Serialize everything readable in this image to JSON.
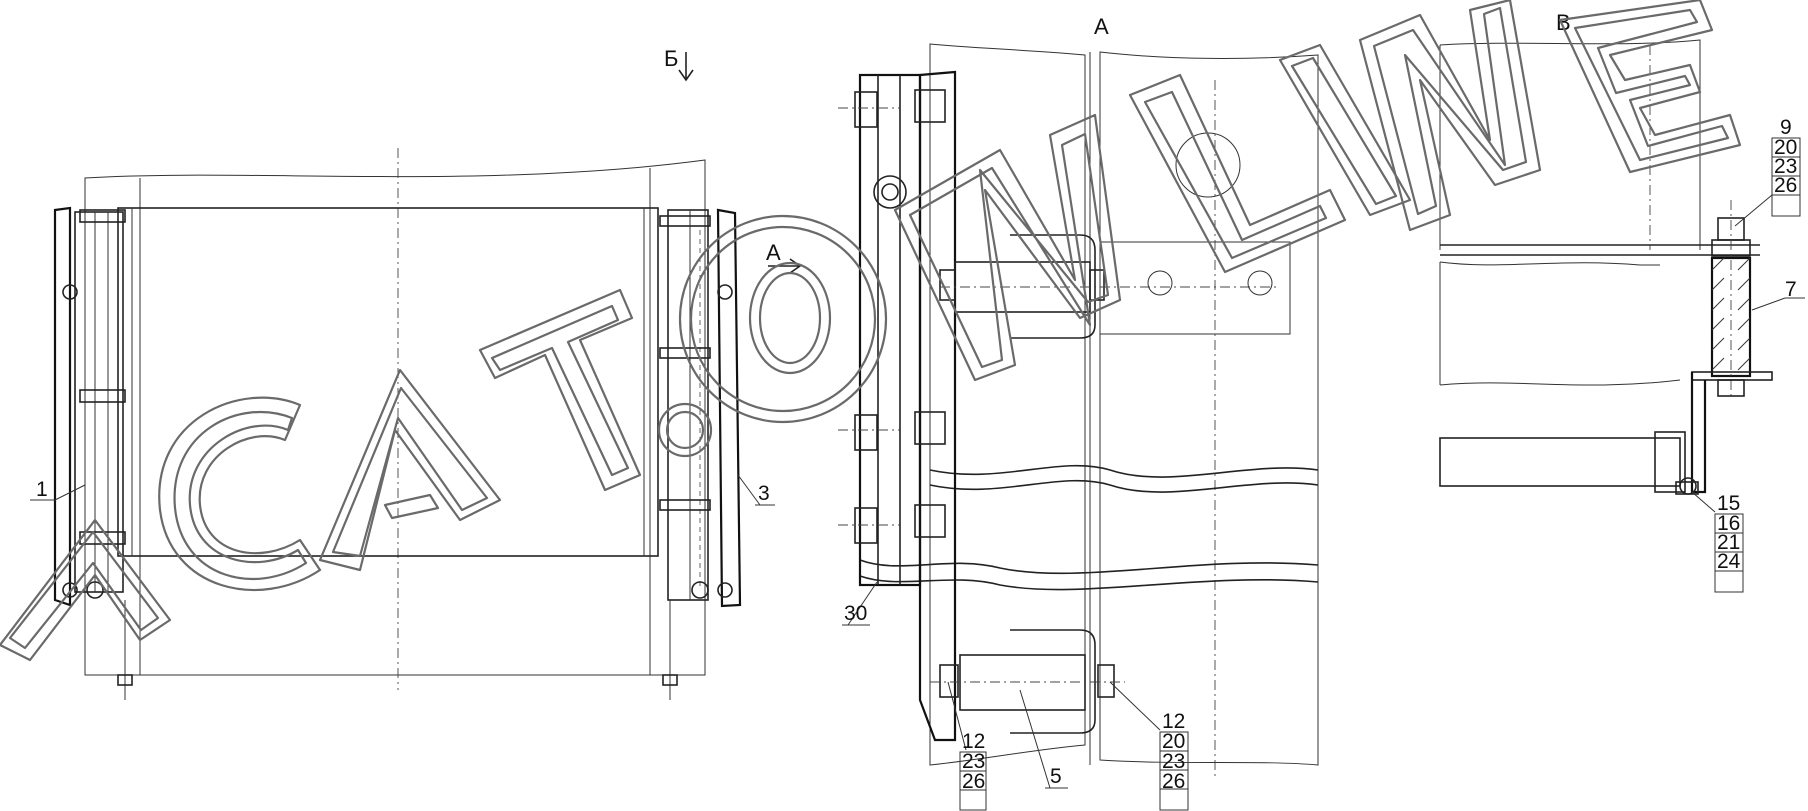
{
  "views": {
    "view_b_marker": "Б",
    "view_a_marker": "А",
    "view_a_title": "А",
    "view_v_title": "В"
  },
  "callouts": {
    "c1": "1",
    "c3": "3",
    "c30": "30",
    "c5": "5",
    "left_stack": [
      "12",
      "23",
      "26"
    ],
    "right_stack": [
      "12",
      "20",
      "23",
      "26"
    ],
    "top_stack": [
      "9",
      "20",
      "23",
      "26"
    ],
    "c7": "7",
    "bottom_stack": [
      "15",
      "16",
      "21",
      "24"
    ]
  },
  "watermark": "ACAT ONLINE"
}
